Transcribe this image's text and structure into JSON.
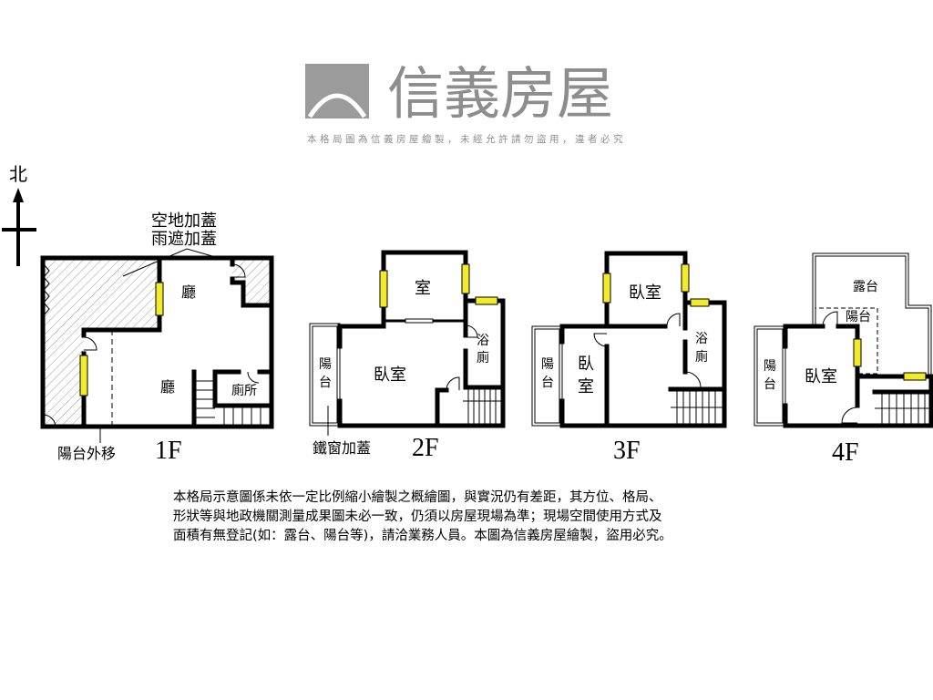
{
  "north_label": "北",
  "floors": {
    "f1": {
      "name": "1F",
      "rooms": [
        "廳",
        "廳",
        "廁所"
      ],
      "annotation_top": [
        "空地加蓋",
        "雨遮加蓋"
      ],
      "annotation_bottom": "陽台外移"
    },
    "f2": {
      "name": "2F",
      "rooms": [
        "室",
        "臥室",
        "浴",
        "廁",
        "陽",
        "台"
      ],
      "annotation_bottom": "鐵窗加蓋"
    },
    "f3": {
      "name": "3F",
      "rooms": [
        "臥室",
        "臥",
        "室",
        "浴",
        "廁",
        "陽",
        "台"
      ]
    },
    "f4": {
      "name": "4F",
      "rooms": [
        "露台",
        "陽台",
        "臥室",
        "陽",
        "台"
      ]
    }
  },
  "watermark": {
    "brand": "信義房屋",
    "notice": "本格局圖為信義房屋繪製，未經允許請勿盜用，違者必究"
  },
  "disclaimer": [
    "本格局示意圖係未依一定比例縮小繪製之概繪圖，與實況仍有差距，其方位、格局、",
    "形狀等與地政機關測量成果圖未必一致，仍須以房屋現場為準；現場空間使用方式及",
    "面積有無登記(如：露台、陽台等)，請洽業務人員。本圖為信義房屋繪製，盜用必究。"
  ],
  "colors": {
    "window": "#f2ea2a",
    "watermark": "#7a7a7a",
    "wall": "#000000"
  }
}
